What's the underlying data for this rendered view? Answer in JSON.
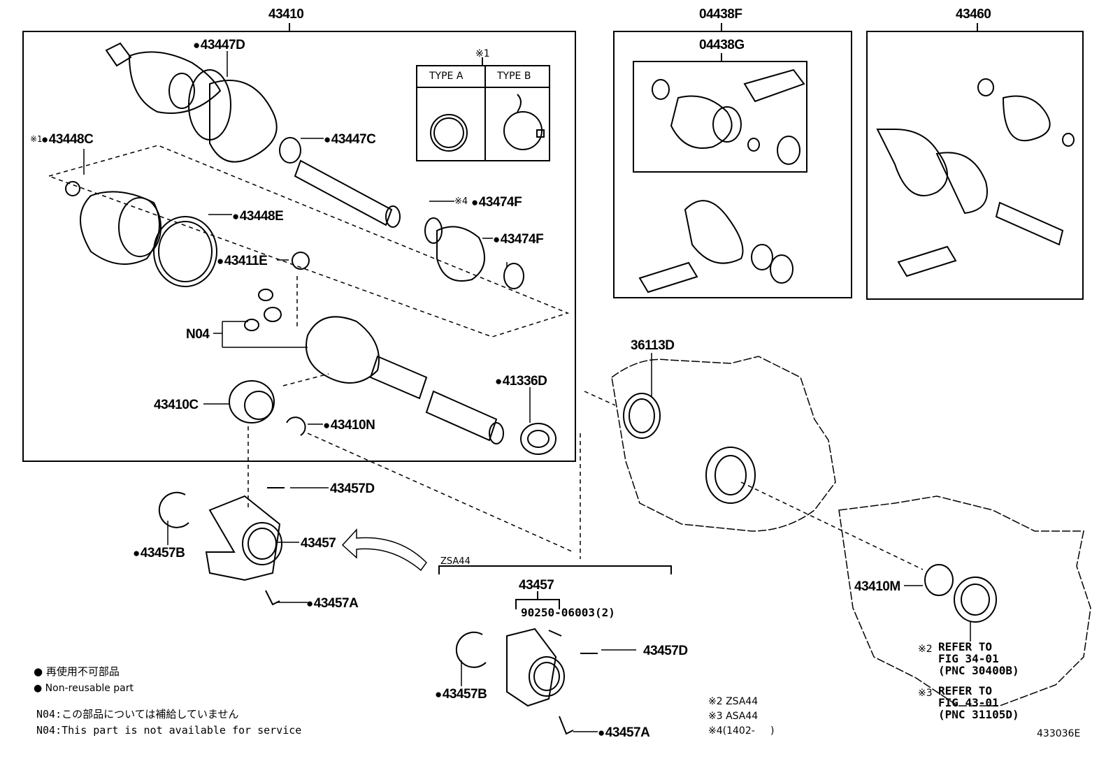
{
  "assembly": {
    "main": "43410",
    "kit_f": "04438F",
    "kit_g": "04438G",
    "right": "43460"
  },
  "type_box": {
    "mark": "※1",
    "type_a": "TYPE A",
    "type_b": "TYPE B"
  },
  "parts": {
    "p43447D": "43447D",
    "p43447C": "43447C",
    "p43448C_mark": "※1",
    "p43448C": "43448C",
    "p43448E": "43448E",
    "p43474F_mark": "※4",
    "p43474F_a": "43474F",
    "p43474F_b": "43474F",
    "p43411E": "43411E",
    "n04": "N04",
    "p41336D": "41336D",
    "p43410C": "43410C",
    "p43410N": "43410N",
    "p43457D_a": "43457D",
    "p43457_a": "43457",
    "p43457B_a": "43457B",
    "p43457A_a": "43457A",
    "p36113D": "36113D",
    "zsa44": "ZSA44",
    "p43457_b": "43457",
    "p90250": "90250-06003(2)",
    "p43457D_b": "43457D",
    "p43457B_b": "43457B",
    "p43457A_b": "43457A",
    "p43410M": "43410M"
  },
  "refs": {
    "ref2_mark": "※2",
    "ref2_line1": "REFER TO",
    "ref2_line2": "FIG 34-01",
    "ref2_line3": "(PNC 30400B)",
    "ref3_mark": "※3",
    "ref3_line1": "REFER TO",
    "ref3_line2": "FIG 43-01",
    "ref3_line3": "(PNC 31105D)"
  },
  "legend": {
    "non_reusable_jp": "再使用不可部品",
    "non_reusable_en": "Non-reusable part",
    "n04_jp": "N04:この部品については補給していません",
    "n04_en": "N04:This part is not available for service"
  },
  "notes": {
    "n2": "※2 ZSA44",
    "n3": "※3 ASA44",
    "n4": "※4(1402-     )"
  },
  "figure_id": "433036E"
}
